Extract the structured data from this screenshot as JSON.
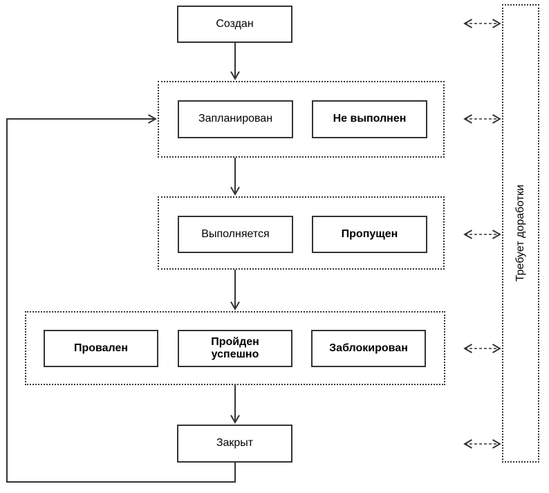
{
  "colors": {
    "line": "#333333",
    "text": "#000000",
    "background": "#ffffff"
  },
  "states": {
    "created": "Создан",
    "planned": "Запланирован",
    "not_executed": "Не выполнен",
    "running": "Выполняется",
    "skipped": "Пропущен",
    "failed": "Провален",
    "passed": "Пройден успешно",
    "blocked": "Заблокирован",
    "closed": "Закрыт"
  },
  "side_panel": {
    "label": "Требует доработки"
  }
}
